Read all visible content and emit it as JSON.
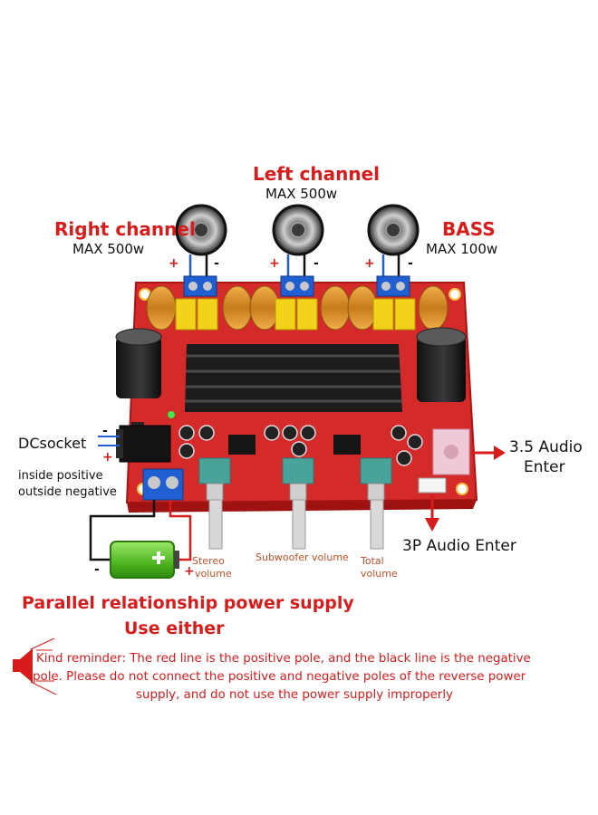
{
  "speakers": {
    "left": {
      "title": "Left channel",
      "power": "MAX 500w",
      "plus": "+",
      "minus": "-"
    },
    "right": {
      "title": "Right channel",
      "power": "MAX 500w",
      "plus": "+",
      "minus": "-"
    },
    "bass": {
      "title": "BASS",
      "power": "MAX 100w",
      "plus": "+",
      "minus": "-"
    }
  },
  "dc": {
    "label": "DCsocket",
    "minus": "-",
    "plus": "+",
    "note_line1": "inside positive",
    "note_line2": "outside negative"
  },
  "battery": {
    "minus": "-",
    "plus": "+"
  },
  "knobs": {
    "stereo_line1": "Stereo",
    "stereo_line2": "volume",
    "subwoofer": "Subwoofer volume",
    "total_line1": "Total",
    "total_line2": "volume"
  },
  "inputs": {
    "audio35_line1": "3.5 Audio",
    "audio35_line2": "Enter",
    "audio3p": "3P Audio Enter"
  },
  "power_note": {
    "line1": "Parallel relationship power supply",
    "line2": "Use either"
  },
  "reminder": {
    "line1": "Kind reminder: The red line is the positive pole, and the black line is the negative",
    "line2": "pole. Please do not connect the positive and negative poles of the reverse power",
    "line3": "supply, and do not use the power supply improperly"
  },
  "colors": {
    "red_text": "#d81b1b",
    "board": "#d42a2a",
    "heatsink": "#1c1c1c",
    "terminal_blue": "#1f5fd1",
    "pot_green": "#4aa39a",
    "battery_green": "#5ec829"
  },
  "icons": [
    "speaker-icon",
    "battery-icon",
    "megaphone-icon",
    "arrow-right-icon",
    "arrow-down-icon"
  ]
}
